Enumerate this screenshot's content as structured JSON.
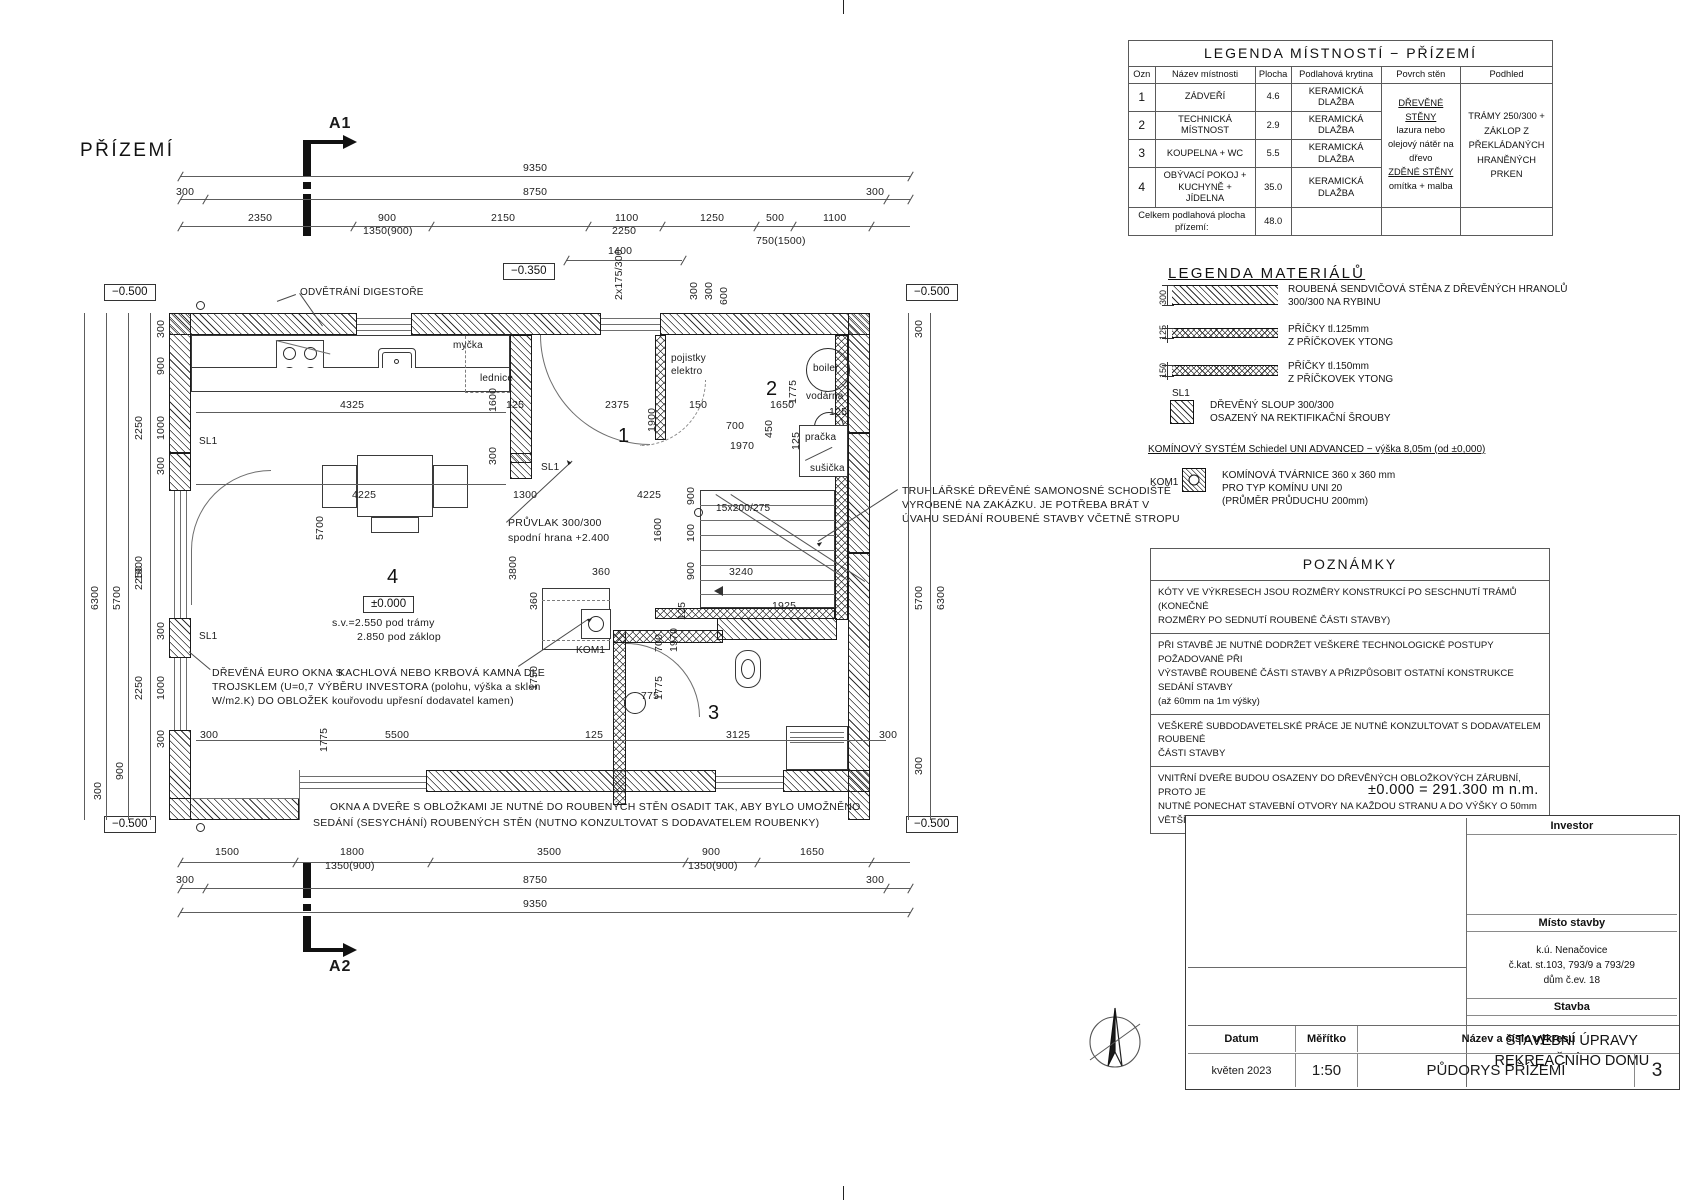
{
  "sheet": {
    "plan_title": "PŘÍZEMÍ",
    "bottom_plan_note_1": "OKNA A DVEŘE S OBLOŽKAMI JE NUTNÉ DO ROUBENÝCH STĚN OSADIT TAK, ABY BYLO UMOŽNĚNO",
    "bottom_plan_note_2": "SEDÁNÍ (SESYCHÁNÍ) ROUBENÝCH STĚN (NUTNO KONZULTOVAT S DODAVATELEM ROUBENKY)",
    "elevation_note": "±0.000 = 291.300 m n.m."
  },
  "sections": {
    "top_label": "A1",
    "bottom_label": "A2"
  },
  "levels": {
    "l1": "−0.500",
    "l2": "−0.350",
    "l3": "−0.500",
    "l4": "−0.500",
    "l5": "−0.500",
    "main": "±0.000"
  },
  "rooms": [
    {
      "num": "1"
    },
    {
      "num": "2"
    },
    {
      "num": "3"
    },
    {
      "num": "4"
    }
  ],
  "room_notes": {
    "sv_line1": "s.v.=2.550 pod trámy",
    "sv_line2": "2.850 pod záklop"
  },
  "plan_labels": {
    "odvetrani": "ODVĚTRÁNÍ DIGESTOŘE",
    "mycka": "myčka",
    "lednice": "lednice",
    "pojistky1": "pojistky",
    "pojistky2": "elektro",
    "boiler": "boiler",
    "vodarna": "vodárna",
    "pracka": "pračka",
    "susicka": "sušička",
    "sl1_a": "SL1",
    "sl1_b": "SL1",
    "sl1_c": "SL1",
    "kom1": "KOM1",
    "stairs_spec": "15x200/275",
    "stairs_dim": "3240",
    "stairs_dim2": "1925",
    "pruvlak1": "PRŮVLAK 300/300",
    "pruvlak2": "spodní hrana +2.400",
    "schodiste1": "TRUHLÁŘSKÉ DŘEVĚNÉ SAMONOSNÉ SCHODIŠTĚ",
    "schodiste2": "VYROBENÉ NA ZAKÁZKU. JE POTŘEBA BRÁT V",
    "schodiste3": "ÚVAHU SEDÁNÍ ROUBENÉ STAVBY VČETNĚ STROPU",
    "okna1": "DŘEVĚNÁ EURO OKNA S",
    "okna2": "TROJSKLEM (U=0,7",
    "okna3": "W/m2.K) DO OBLOŽEK",
    "kamna1": "KACHLOVÁ NEBO KRBOVÁ KAMNA DLE",
    "kamna2": "VÝBĚRU INVESTORA (polohu, výška a sklon",
    "kamna3": "kouřovodu upřesní dodavatel kamen)"
  },
  "dimensions": {
    "top_row1": [
      "9350"
    ],
    "top_row2": [
      "300",
      "8750",
      "300"
    ],
    "top_row3": [
      "2350",
      "900",
      "2150",
      "1100",
      "1250",
      "500",
      "1100"
    ],
    "top_row3_sub": [
      "1350(900)",
      "2250",
      "750(1500)"
    ],
    "top_small": [
      "1400",
      "2x175/300",
      "300",
      "300",
      "600"
    ],
    "bottom_row1": [
      "1500",
      "1800",
      "3500",
      "900",
      "1650"
    ],
    "bottom_row1_sub": [
      "1350(900)",
      "1350(900)"
    ],
    "bottom_row2": [
      "300",
      "8750",
      "300"
    ],
    "bottom_row3": [
      "9350"
    ],
    "left_col_a": [
      "300",
      "900",
      "1000",
      "300",
      "300",
      "1000",
      "300",
      "900",
      "300"
    ],
    "left_col_b": [
      "2250",
      "2250",
      "1900",
      "2250",
      "2250"
    ],
    "left_col_c": [
      "5700",
      "5700"
    ],
    "left_col_d": [
      "6300",
      "6300"
    ],
    "right_col": [
      "300",
      "5700",
      "6300",
      "300"
    ],
    "inner": [
      "4325",
      "125",
      "2375",
      "150",
      "1650",
      "125",
      "1600",
      "1900",
      "700",
      "1970",
      "450",
      "125",
      "300",
      "4225",
      "4225",
      "300",
      "1300",
      "900",
      "1600",
      "100",
      "900",
      "360",
      "5700",
      "3800",
      "360",
      "1750",
      "775",
      "700",
      "1970",
      "1775",
      "125",
      "5500",
      "125",
      "3125",
      "300",
      "300",
      "1775",
      "1775"
    ]
  },
  "legend_rooms": {
    "title": "LEGENDA MÍSTNOSTÍ  −  PŘÍZEMÍ",
    "headers": [
      "Ozn",
      "Název místnosti",
      "Plocha",
      "Podlahová krytina",
      "Povrch stěn",
      "Podhled"
    ],
    "rows": [
      {
        "ozn": "1",
        "nazev": "ZÁDVEŘÍ",
        "plocha": "4.6",
        "podlaha": "KERAMICKÁ DLAŽBA"
      },
      {
        "ozn": "2",
        "nazev": "TECHNICKÁ MÍSTNOST",
        "plocha": "2.9",
        "podlaha": "KERAMICKÁ DLAŽBA"
      },
      {
        "ozn": "3",
        "nazev": "KOUPELNA + WC",
        "plocha": "5.5",
        "podlaha": "KERAMICKÁ DLAŽBA"
      },
      {
        "ozn": "4",
        "nazev": "OBÝVACÍ POKOJ +\nKUCHYNĚ + JÍDELNA",
        "plocha": "35.0",
        "podlaha": "KERAMICKÁ DLAŽBA"
      }
    ],
    "total_label": "Celkem podlahová plocha\npřízemí:",
    "total_value": "48.0",
    "povrch_sten": {
      "h1": "DŘEVĚNÉ STĚNY",
      "l1": "lazura nebo",
      "l2": "olejový nátěr na",
      "l3": "dřevo",
      "h2": "ZDĚNÉ STĚNY",
      "l4": "omítka + malba"
    },
    "podhled": {
      "l1": "TRÁMY 250/300 +",
      "l2": "ZÁKLOP Z",
      "l3": "PŘEKLÁDANÝCH",
      "l4": "HRANĚNÝCH PRKEN"
    }
  },
  "legend_materials": {
    "title": "LEGENDA MATERIÁLŮ",
    "items": [
      {
        "size": "300",
        "l1": "ROUBENÁ SENDVIČOVÁ STĚNA Z DŘEVĚNÝCH HRANOLŮ",
        "l2": "300/300 NA RYBINU"
      },
      {
        "size": "125",
        "l1": "PŘÍČKY tl.125mm",
        "l2": "Z PŘÍČKOVEK YTONG"
      },
      {
        "size": "150",
        "l1": "PŘÍČKY tl.150mm",
        "l2": "Z PŘÍČKOVEK YTONG"
      }
    ],
    "column": {
      "tag": "SL1",
      "l1": "DŘEVĚNÝ SLOUP 300/300",
      "l2": "OSAZENÝ NA REKTIFIKAČNÍ ŠROUBY"
    },
    "chimney_head": "KOMÍNOVÝ SYSTÉM Schiedel UNI ADVANCED − výška 8,05m (od ±0,000)",
    "chimney": {
      "tag": "KOM1",
      "l1": "KOMÍNOVÁ TVÁRNICE 360 x 360 mm",
      "l2": "PRO TYP KOMÍNU UNI 20",
      "l3": "(PRŮMĚR PRŮDUCHU 200mm)"
    }
  },
  "poznamky": {
    "title": "POZNÁMKY",
    "notes": [
      "KÓTY VE VÝKRESECH JSOU ROZMĚRY KONSTRUKCÍ PO SESCHNUTÍ TRÁMŮ (KONEČNÉ\nROZMĚRY PO SEDNUTÍ ROUBENÉ ČÁSTI STAVBY)",
      "PŘI STAVBĚ JE NUTNÉ DODRŽET VEŠKERÉ TECHNOLOGICKÉ POSTUPY POŽADOVANÉ PŘI\nVÝSTAVBĚ ROUBENÉ ČÁSTI STAVBY A PŘIZPŮSOBIT OSTATNÍ KONSTRUKCE SEDÁNÍ STAVBY\n(až 60mm na 1m výšky)",
      "VEŠKERÉ SUBDODAVETELSKÉ PRÁCE JE NUTNÉ KONZULTOVAT S DODAVATELEM ROUBENÉ\nČÁSTI STAVBY",
      "VNITŘNÍ DVEŘE BUDOU OSAZENY DO DŘEVĚNÝCH OBLOŽKOVÝCH ZÁRUBNÍ, PROTO JE\nNUTNÉ PONECHAT STAVEBNÍ OTVORY NA KAŽDOU STRANU A DO VÝŠKY O 50mm VĚTŠÍ"
    ]
  },
  "titleblock": {
    "investor_label": "Investor",
    "investor_value": "",
    "misto_label": "Místo stavby",
    "misto_l1": "k.ú. Nenačovice",
    "misto_l2": "č.kat. st.103, 793/9 a 793/29",
    "misto_l3": "dům č.ev. 18",
    "stavba_label": "Stavba",
    "stavba_l1": "STAVEBNÍ ÚPRAVY",
    "stavba_l2": "REKREAČNÍHO DOMU",
    "datum_label": "Datum",
    "datum_value": "květen 2023",
    "meritko_label": "Měřítko",
    "meritko_value": "1:50",
    "nazev_label": "Název a číslo výkresu",
    "nazev_value": "PŮDORYS PŘÍZEMÍ",
    "cislo_value": "3"
  }
}
